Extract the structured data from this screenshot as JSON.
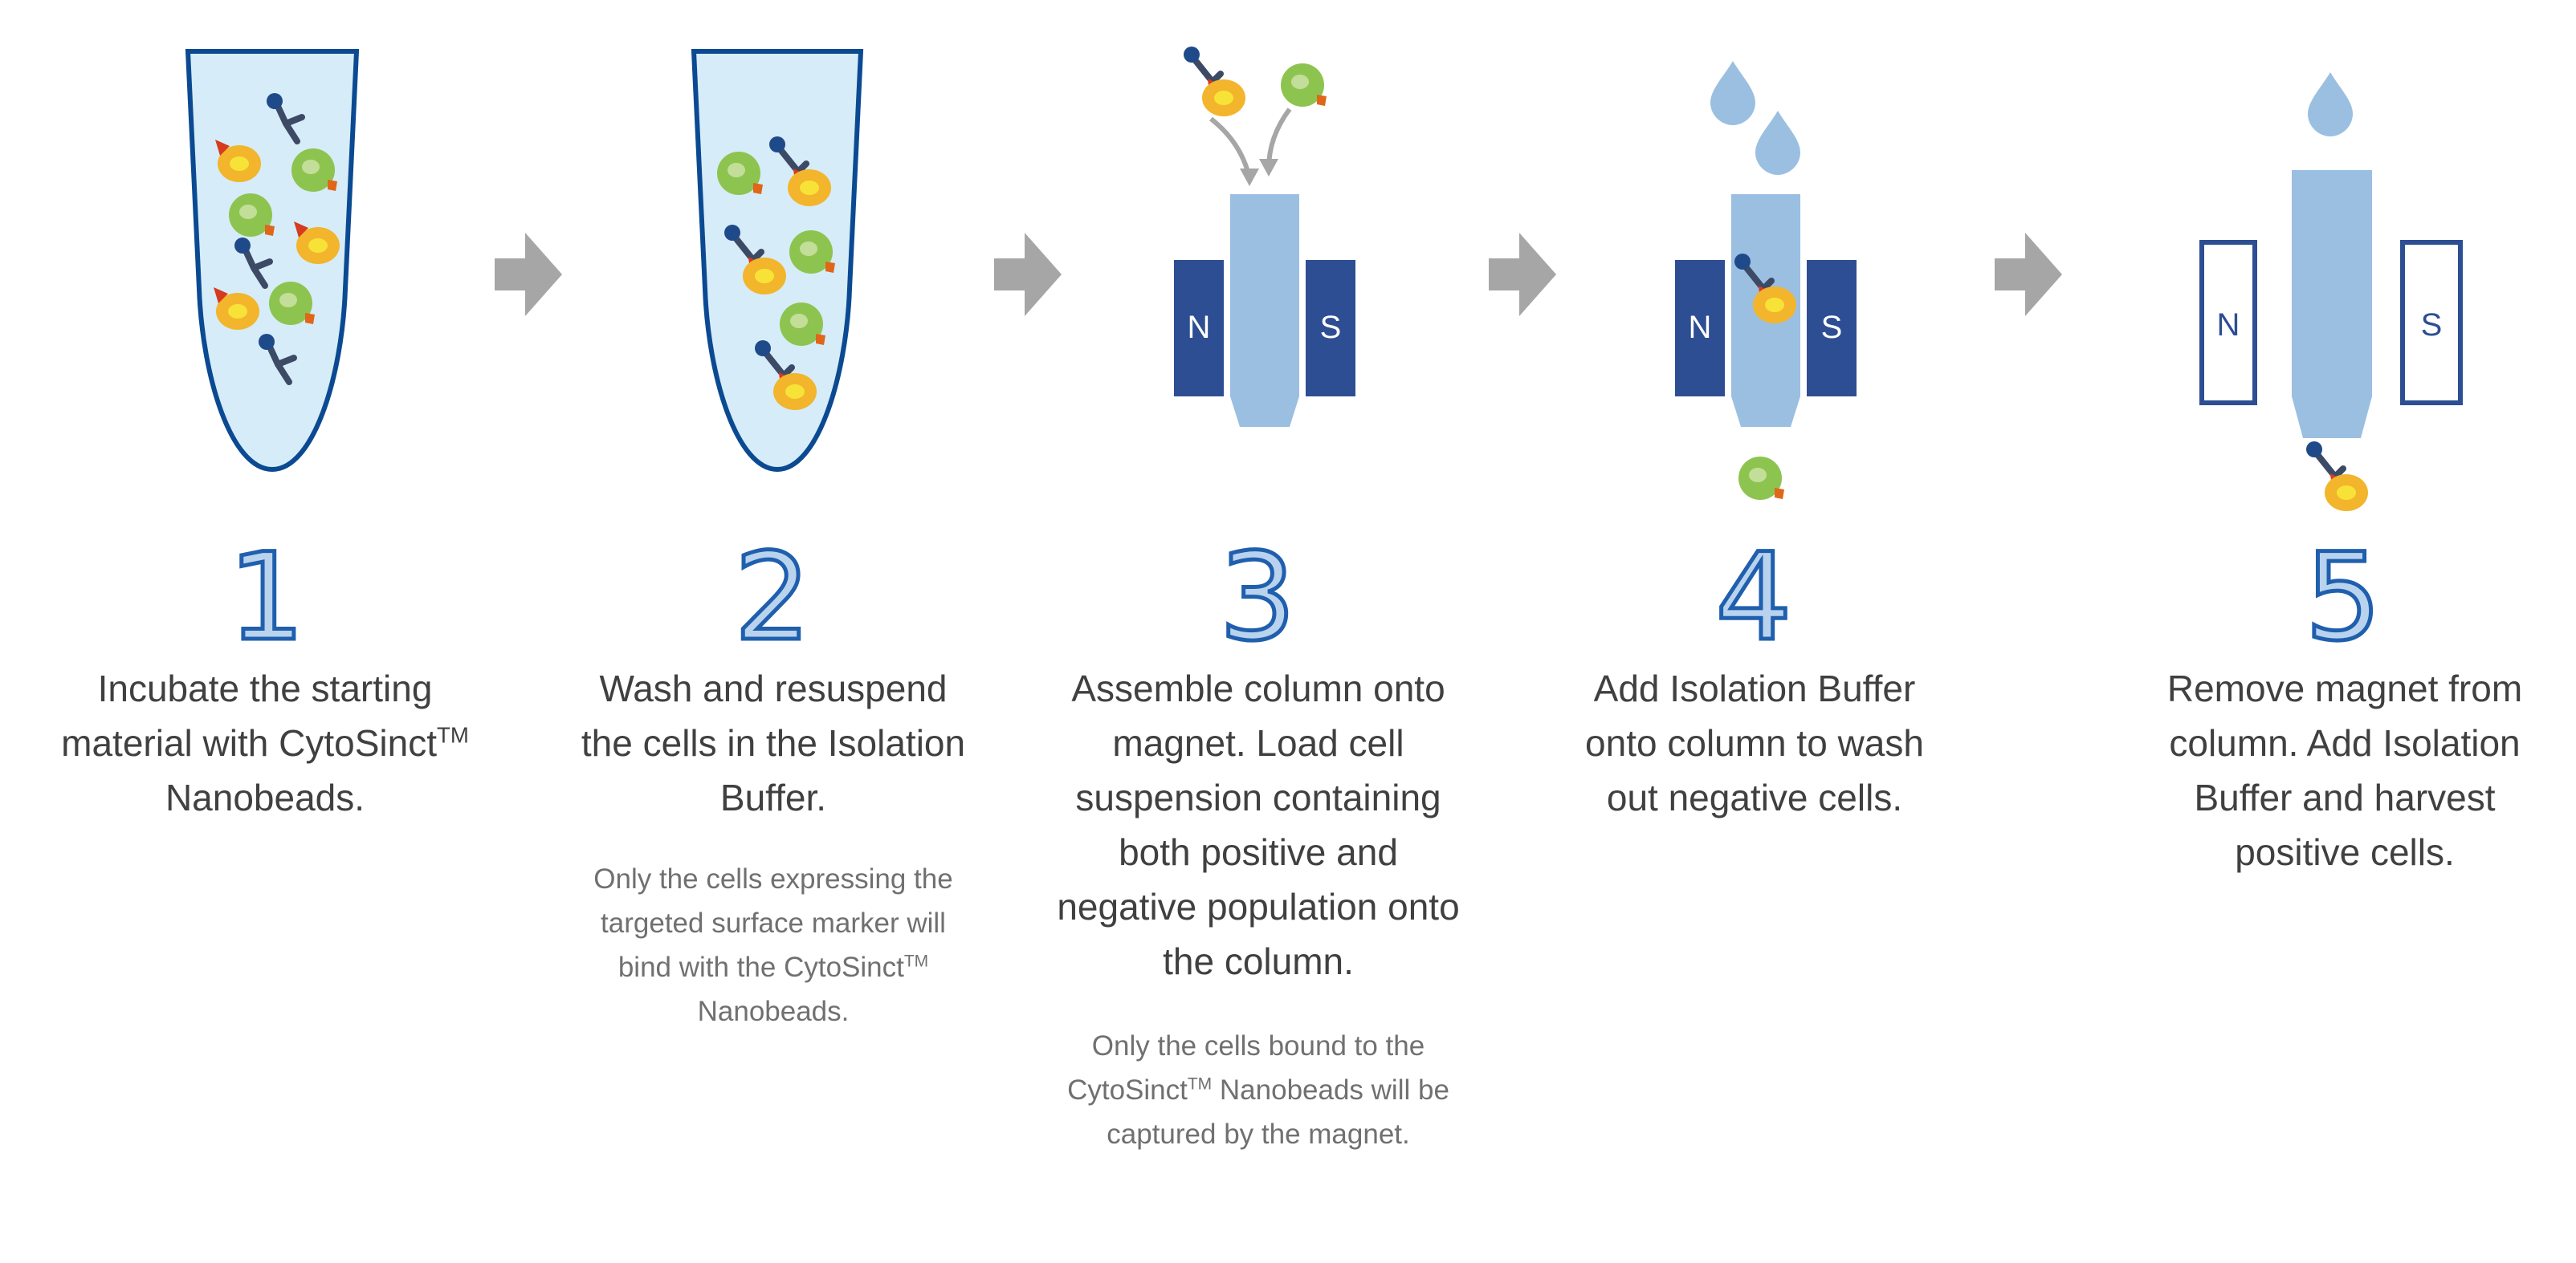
{
  "steps": [
    {
      "number": "1",
      "text_parts": [
        "Incubate the starting material with CytoSinct",
        "TM",
        " Nanobeads."
      ],
      "note_parts": []
    },
    {
      "number": "2",
      "text_parts": [
        "Wash and resuspend the cells in the Isolation Buffer."
      ],
      "note_parts": [
        "Only the cells expressing the targeted surface marker will bind with the CytoSinct",
        "TM",
        " Nanobeads."
      ]
    },
    {
      "number": "3",
      "text_parts": [
        "Assemble column onto magnet. Load cell suspension containing both positive and negative population onto the column."
      ],
      "note_parts": [
        "Only the cells bound to the CytoSinct",
        "TM",
        " Nanobeads will be captured by the magnet."
      ]
    },
    {
      "number": "4",
      "text_parts": [
        "Add Isolation Buffer onto column to wash out negative cells."
      ],
      "note_parts": []
    },
    {
      "number": "5",
      "text_parts": [
        "Remove magnet from column. Add Isolation Buffer and harvest positive cells."
      ],
      "note_parts": []
    }
  ],
  "magnet_labels": {
    "north": "N",
    "south": "S"
  },
  "icons": [
    "tube-icon",
    "antibody-icon",
    "positive-cell-icon",
    "negative-cell-icon",
    "arrow-right-icon",
    "column-icon",
    "magnet-icon",
    "drop-icon"
  ],
  "colors": {
    "tube_fill": "#d6ecf8",
    "tube_stroke": "#0b4a92",
    "column": "#9bbfe1",
    "magnet": "#2d4e93",
    "arrow": "#a6a6a6",
    "cell_yellow": "#f2b52b",
    "cell_green": "#8dc450",
    "number_fill": "#b9d3ee",
    "number_stroke": "#1f5fae"
  }
}
